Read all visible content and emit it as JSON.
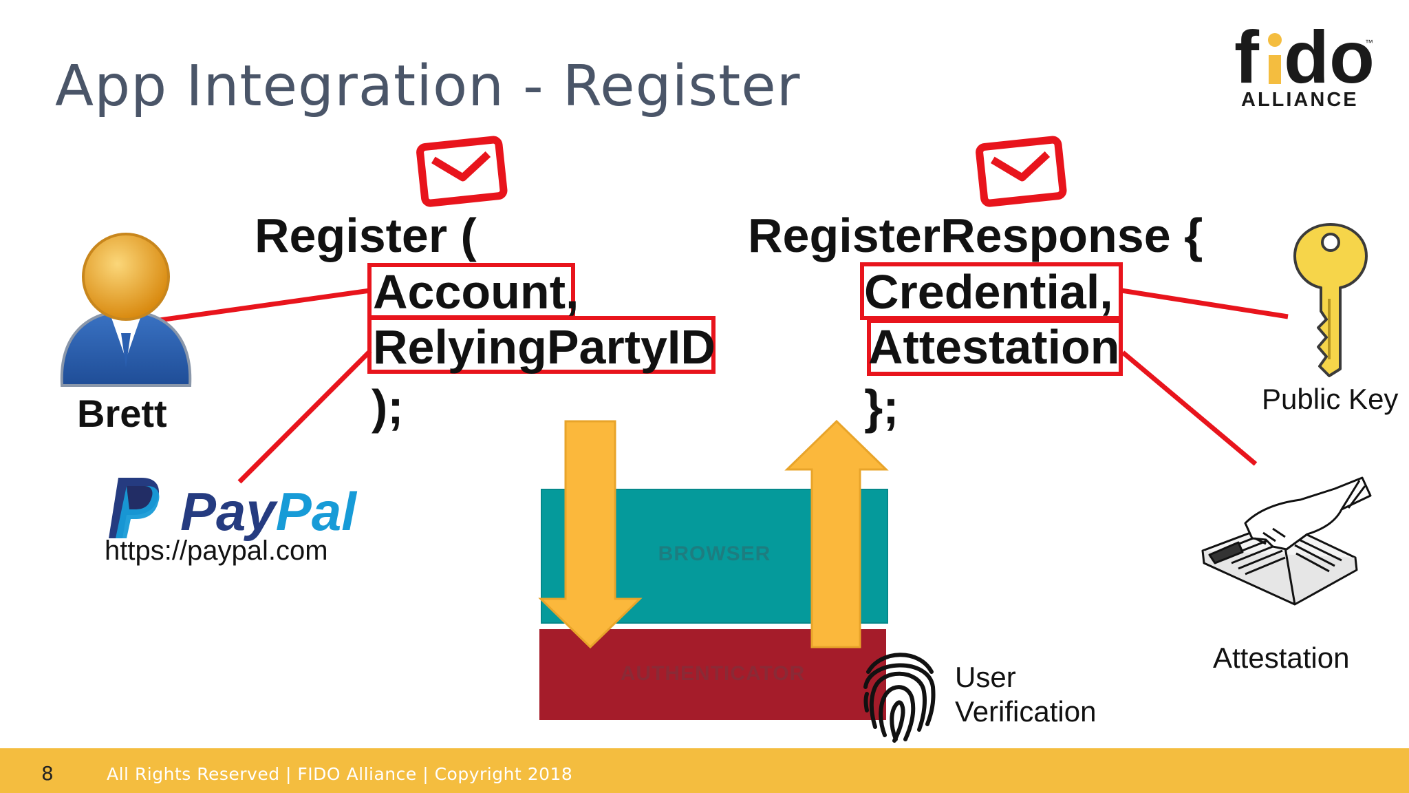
{
  "slide": {
    "title": "App Integration - Register",
    "page_number": "8",
    "footer": "All Rights Reserved | FIDO Alliance | Copyright 2018"
  },
  "logo": {
    "word": "fido",
    "sub": "ALLIANCE",
    "tm": "™",
    "colors": {
      "f": "#1a1a1a",
      "i": "#f4bd3f",
      "d": "#1a1a1a",
      "o": "#1a1a1a"
    }
  },
  "user": {
    "name": "Brett",
    "icon": "user-avatar-icon"
  },
  "paypal": {
    "logo_pay": "Pay",
    "logo_pal": "Pal",
    "url": "https://paypal.com",
    "colors": {
      "dark": "#253b80",
      "light": "#179bd7"
    }
  },
  "register_call": {
    "open": "Register (",
    "param1": "Account,",
    "param2": "RelyingPartyID",
    "close": ");"
  },
  "register_response": {
    "open": "RegisterResponse {",
    "field1": "Credential,",
    "field2": "Attestation",
    "close": "};"
  },
  "layers": {
    "browser": "BROWSER",
    "authenticator": "AUTHENTICATOR",
    "colors": {
      "browser": "#059a9b",
      "authenticator": "#a51c2a",
      "arrow": "#fbb83c"
    }
  },
  "labels": {
    "public_key": "Public Key",
    "attestation": "Attestation",
    "user_verification_line1": "User",
    "user_verification_line2": "Verification"
  },
  "colors": {
    "accent_red": "#e8141c",
    "footer": "#f4bd3f",
    "title": "#4a5568"
  }
}
